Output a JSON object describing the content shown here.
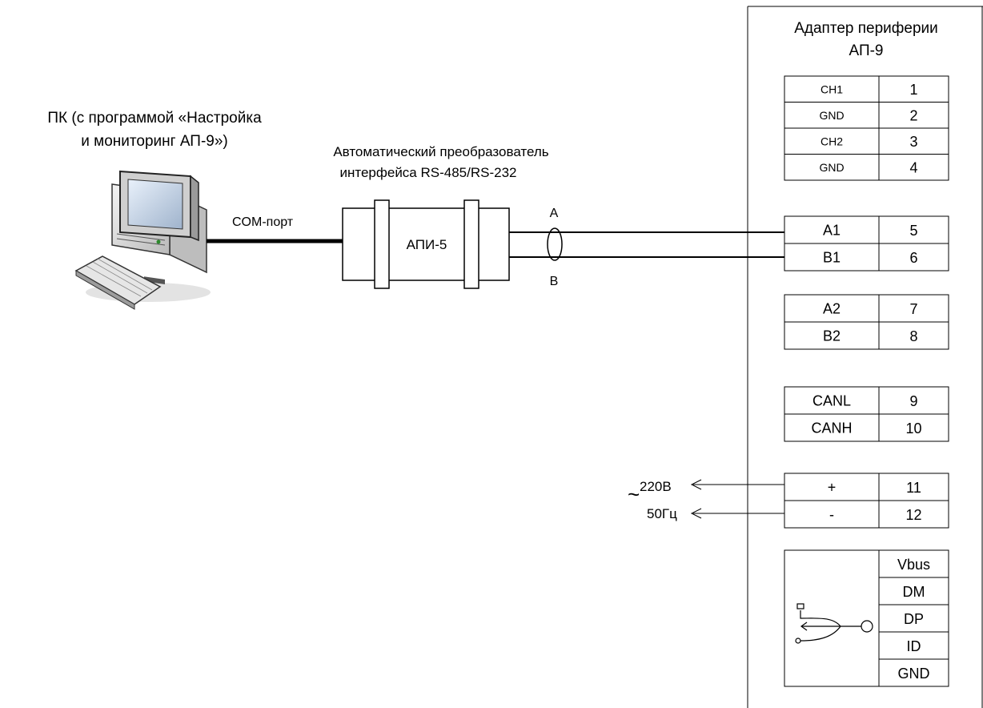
{
  "pc": {
    "title_line1": "ПК (с программой «Настройка",
    "title_line2": "и мониторинг АП-9»)"
  },
  "com_port_label": "COM-порт",
  "converter": {
    "caption_line1": "Автоматический преобразователь",
    "caption_line2": "интерфейса  RS-485/RS-232",
    "name": "АПИ-5"
  },
  "line_labels": {
    "a": "A",
    "b": "B"
  },
  "power": {
    "tilde": "~",
    "voltage": "220В",
    "frequency": "50Гц"
  },
  "adapter": {
    "title_line1": "Адаптер периферии",
    "title_line2": "АП-9",
    "terminal_groups": [
      {
        "rows": [
          {
            "signal": "CH1",
            "pin": "1"
          },
          {
            "signal": "GND",
            "pin": "2"
          },
          {
            "signal": "CH2",
            "pin": "3"
          },
          {
            "signal": "GND",
            "pin": "4"
          }
        ]
      },
      {
        "rows": [
          {
            "signal": "A1",
            "pin": "5"
          },
          {
            "signal": "B1",
            "pin": "6"
          }
        ]
      },
      {
        "rows": [
          {
            "signal": "A2",
            "pin": "7"
          },
          {
            "signal": "B2",
            "pin": "8"
          }
        ]
      },
      {
        "rows": [
          {
            "signal": "CANL",
            "pin": "9"
          },
          {
            "signal": "CANH",
            "pin": "10"
          }
        ]
      },
      {
        "rows": [
          {
            "signal": "+",
            "pin": "11"
          },
          {
            "signal": "-",
            "pin": "12"
          }
        ]
      }
    ],
    "usb_pins": [
      "Vbus",
      "DM",
      "DP",
      "ID",
      "GND"
    ]
  }
}
